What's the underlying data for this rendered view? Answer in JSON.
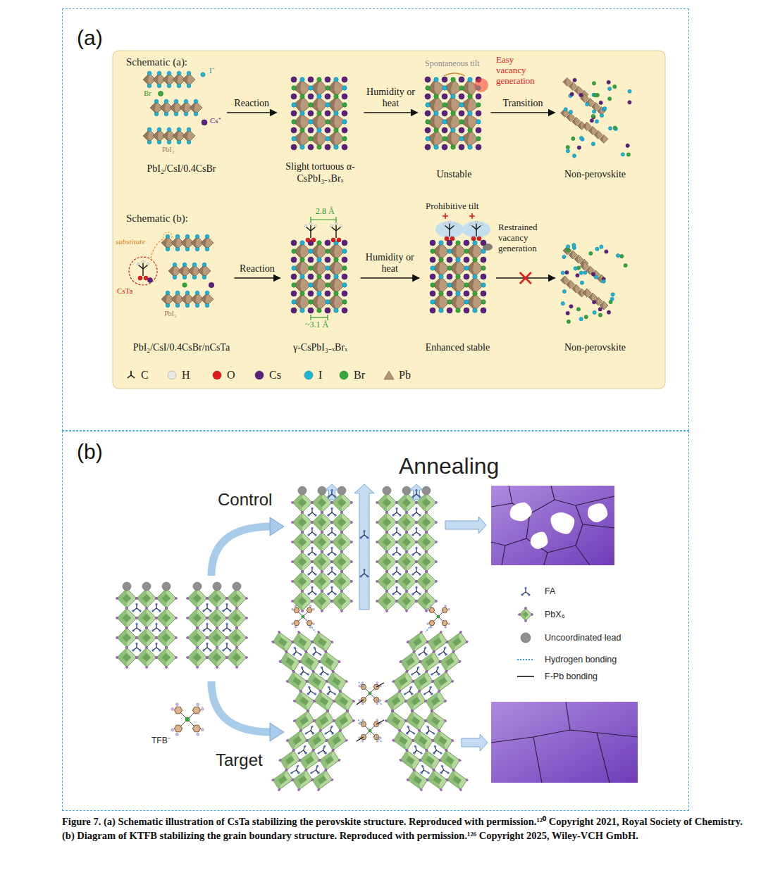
{
  "diagram": {
    "caption": "Figure 7. (a) Schematic illustration of CsTa stabilizing the perovskite structure. Reproduced with permission.¹²⁰ Copyright 2021, Royal Society of Chemistry. (b) Diagram of KTFB stabilizing the grain boundary structure. Reproduced with permission.¹²⁶ Copyright 2025, Wiley-VCH GmbH.",
    "nodes": [
      {
        "text": [
          "(a)"
        ]
      },
      {
        "text": [
          "PbI₂/CsI/0.4CsBr"
        ],
        "in": 0
      },
      {
        "text": [
          "Slight tortuous α-CsPbI₃₋ₓBrₓ"
        ],
        "in": 0
      },
      {
        "text": [
          "Unstable"
        ],
        "in": 0
      },
      {
        "text": [
          "Non-perovskite"
        ],
        "in": 0
      },
      {
        "text": [
          "PbI₂/CsI/0.4CsBr/nCsTa"
        ],
        "in": 0
      },
      {
        "text": [
          "γ-CsPbI₃₋ₓBrₓ"
        ],
        "in": 0
      },
      {
        "text": [
          "Enhanced stable"
        ],
        "in": 0
      },
      {
        "text": [
          "Non-perovskite"
        ],
        "in": 0
      },
      {
        "text": [
          "(b)"
        ]
      }
    ],
    "edges": [
      {
        "from": 1,
        "to": 2,
        "label": "Reaction",
        "arrow": "to"
      },
      {
        "from": 2,
        "to": 3,
        "label": "Humidity or heat",
        "arrow": "to"
      },
      {
        "from": 3,
        "to": 4,
        "label": "Transition",
        "arrow": "to"
      },
      {
        "from": 5,
        "to": 6,
        "label": "Reaction",
        "arrow": "to"
      },
      {
        "from": 6,
        "to": 7,
        "label": "Humidity or heat",
        "arrow": "to"
      },
      {
        "from": 7,
        "to": 8,
        "arrow": "to"
      }
    ],
    "labels": [
      "Schematic (a):",
      "Br",
      "I⁻",
      "PbI₂",
      "Cs⁺",
      "Spontaneous tilt",
      "Easy vacancy generation",
      "Schematic (b):",
      "substitute",
      "CsTa",
      "PbI₂",
      "2.8 Å",
      "~3.1 Å",
      "Prohibitive tilt",
      "Restrained vacancy generation",
      "Annealing",
      "Control",
      "Target",
      "TFB⁻"
    ],
    "legend": [
      {
        "text": "C"
      },
      {
        "text": "H",
        "color": "#e8e8e8"
      },
      {
        "text": "O",
        "color": "#e01b1b"
      },
      {
        "text": "Cs",
        "color": "#5b1f7d"
      },
      {
        "text": "I",
        "color": "#1db4d8"
      },
      {
        "text": "Br",
        "color": "#34a83a"
      },
      {
        "text": "Pb",
        "color": "#b39576"
      },
      {
        "text": "FA"
      },
      {
        "text": "PbX₆"
      },
      {
        "text": "Uncoordinated lead",
        "color": "#8f8f8f"
      },
      {
        "text": "Hydrogen bonding"
      },
      {
        "text": "F-Pb bonding"
      }
    ]
  }
}
